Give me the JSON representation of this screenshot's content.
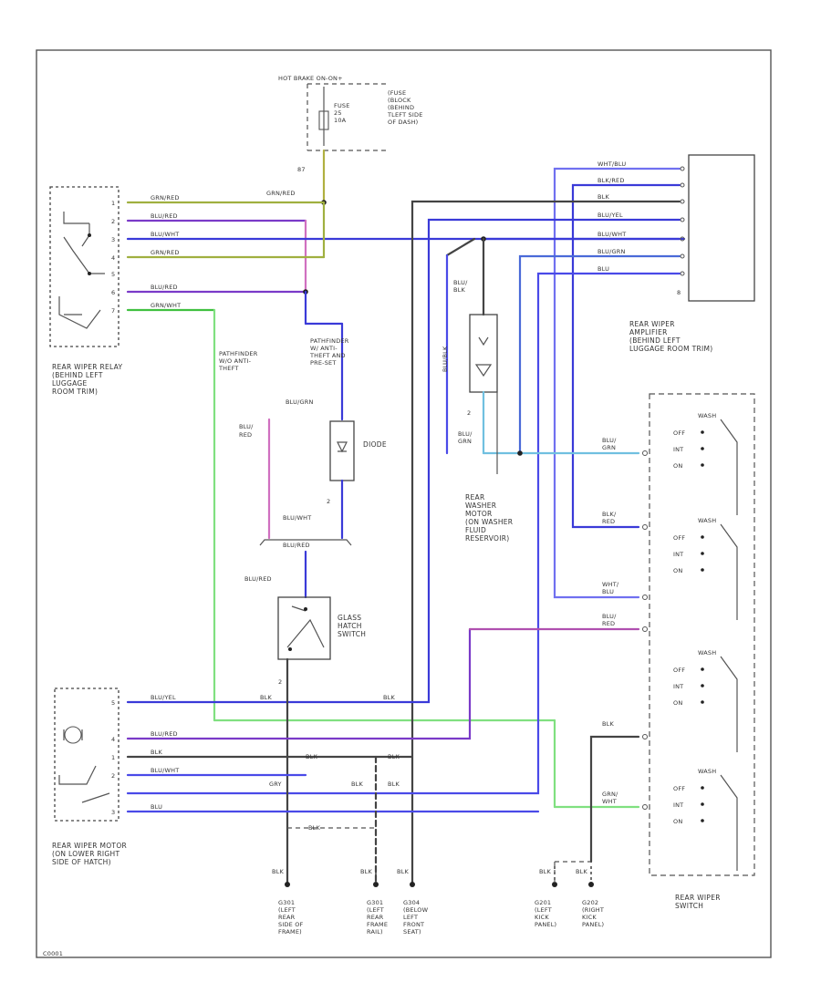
{
  "colors": {
    "blu_red": "#3a3ad8",
    "blu_wht": "#2f55d6",
    "blu_yel": "#5a5ad8",
    "blu": "#4a4ae8",
    "purple": "#7a3ac8",
    "olive": "#a0b040",
    "green": "#40c040",
    "pink": "#d070c0",
    "dark": "#333333",
    "light_blue": "#70c0e0"
  },
  "power": {
    "hot_label": "HOT BRAKE ON-ON+",
    "fuse_label": "FUSE\n25\n10A",
    "fuse_block": "(FUSE\n(BLOCK\n(BEHIND\nTLEFT SIDE\nOF DASH)",
    "conn_label": "87"
  },
  "relay": {
    "caption": "REAR WIPER RELAY\n(BEHIND LEFT\nLUGGAGE\nROOM TRIM)",
    "pins": [
      {
        "num": "1",
        "wire": "GRN/RED"
      },
      {
        "num": "2",
        "wire": "BLU/RED"
      },
      {
        "num": "3",
        "wire": "BLU/WHT"
      },
      {
        "num": "4",
        "wire": "GRN/RED"
      },
      {
        "num": "5",
        "wire": ""
      },
      {
        "num": "6",
        "wire": "BLU/RED"
      },
      {
        "num": "7",
        "wire": "GRN/WHT"
      }
    ],
    "junction_label": "GRN/RED"
  },
  "amplifier": {
    "caption": "REAR WIPER\nAMPLIFIER\n(BEHIND LEFT\nLUGGAGE ROOM TRIM)",
    "wires": [
      "WHT/BLU",
      "BLK/RED",
      "BLK",
      "BLU/YEL",
      "BLU/WHT",
      "BLU/GRN",
      "BLU"
    ]
  },
  "diode": {
    "label": "DIODE",
    "in_wire": "BLU/GRN",
    "out_wire": "BLU/WHT",
    "pin": "2"
  },
  "pathfinder": {
    "w_o": "PATHFINDER\nW/O ANTI-\nTHEFT",
    "w": "PATHFINDER\nW/ ANTI-\nTHEFT AND\nPRE-SET"
  },
  "glass_hatch": {
    "caption": "GLASS\nHATCH\nSWITCH",
    "wire_top": "BLU/RED",
    "wire_bottom": "BLU/RED",
    "pin": "2"
  },
  "washer_motor": {
    "caption": "REAR\nWASHER\nMOTOR\n(ON WASHER\nFLUID\nRESERVOIR)",
    "wire_top": "BLU/\nBLK",
    "wire_side": "BLU/BLK",
    "wire_bottom": "BLU/\nGRN",
    "pin": "2"
  },
  "wiper_motor": {
    "caption": "REAR WIPER MOTOR\n(ON LOWER RIGHT\nSIDE OF HATCH)",
    "pins": [
      {
        "num": "5",
        "wire": "BLU/YEL"
      },
      {
        "num": "4",
        "wire": "BLU/RED"
      },
      {
        "num": "1",
        "wire": "BLK"
      },
      {
        "num": "2",
        "wire": "BLU/WHT"
      },
      {
        "num": "3",
        "wire": "BLU"
      }
    ],
    "tags": [
      "BLK",
      "BLK",
      "GRY",
      "BLK",
      "BLK",
      "BLK",
      "BLK",
      "BLK"
    ]
  },
  "switch": {
    "caption": "REAR WIPER\nSWITCH",
    "positions": [
      "OFF",
      "INT",
      "ON"
    ],
    "wash": "WASH",
    "wires": [
      "BLU/\nGRN",
      "BLK/\nRED",
      "WHT/\nBLU",
      "BLU/\nRED",
      "BLK",
      "GRN/\nWHT"
    ]
  },
  "grounds": [
    {
      "label": "G301\n(LEFT\nREAR\nSIDE OF\nFRAME)",
      "wire": "BLK"
    },
    {
      "label": "G301\n(LEFT\nREAR\nFRAME\nRAIL)",
      "wire": "BLK"
    },
    {
      "label": "G304\n(BELOW\nLEFT\nFRONT\nSEAT)",
      "wire": "BLK"
    },
    {
      "label": "G201\n(LEFT\nKICK\nPANEL)",
      "wire": "BLK"
    },
    {
      "label": "G202\n(RIGHT\nKICK\nPANEL)",
      "wire": "BLK"
    }
  ],
  "footer": "C0001"
}
